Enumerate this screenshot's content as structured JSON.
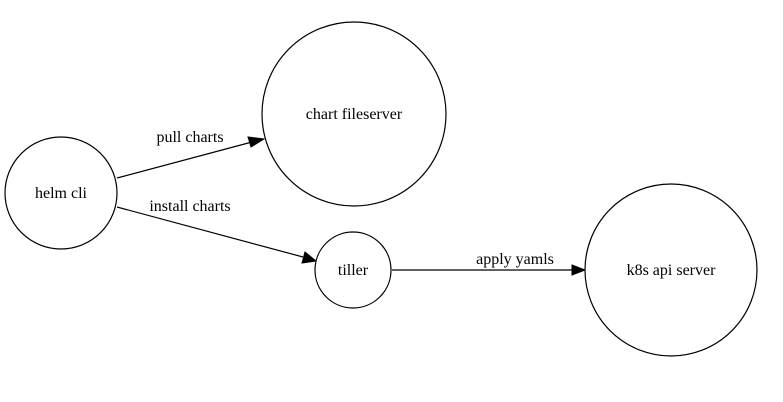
{
  "nodes": [
    {
      "id": "helm-cli",
      "label": "helm cli"
    },
    {
      "id": "chart-fileserver",
      "label": "chart fileserver"
    },
    {
      "id": "tiller",
      "label": "tiller"
    },
    {
      "id": "k8s-api-server",
      "label": "k8s api server"
    }
  ],
  "edges": [
    {
      "from": "helm cli",
      "to": "chart fileserver",
      "label": "pull charts"
    },
    {
      "from": "helm cli",
      "to": "tiller",
      "label": "install charts"
    },
    {
      "from": "tiller",
      "to": "k8s api server",
      "label": "apply yamls"
    }
  ],
  "colors": {
    "stroke": "#000000",
    "background": "#ffffff"
  }
}
